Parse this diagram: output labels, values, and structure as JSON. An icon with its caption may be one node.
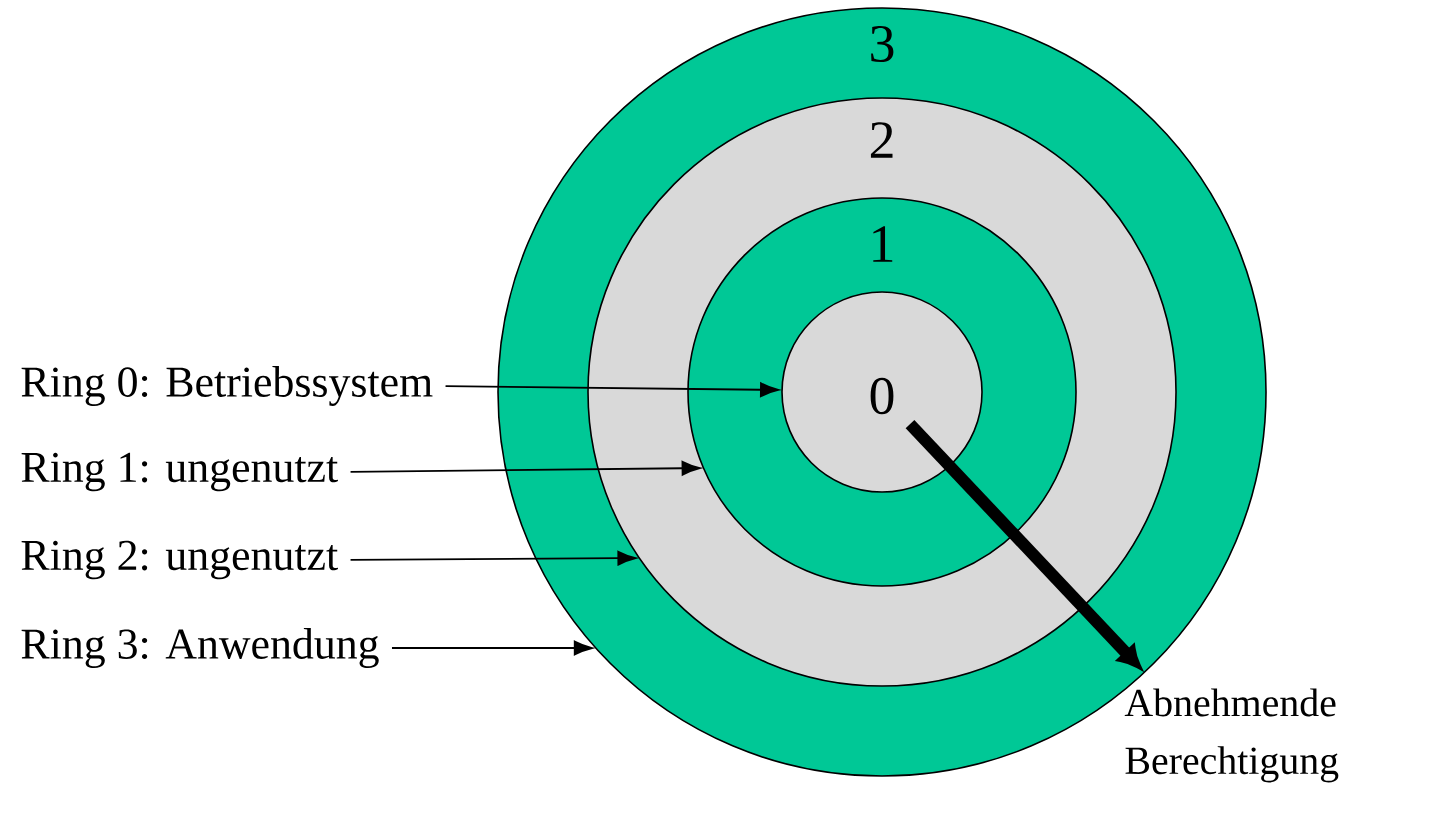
{
  "diagram": {
    "nodes": [
      {
        "text": [
          "3"
        ]
      },
      {
        "text": [
          "2"
        ],
        "in": 0
      },
      {
        "text": [
          "1"
        ],
        "in": 1
      },
      {
        "text": [
          "0"
        ],
        "in": 2
      },
      {
        "text": [
          "Ring 0: Betriebssystem"
        ]
      },
      {
        "text": [
          "Ring 1: ungenutzt"
        ]
      },
      {
        "text": [
          "Ring 2: ungenutzt"
        ]
      },
      {
        "text": [
          "Ring 3: Anwendung"
        ]
      },
      {
        "text": [
          "Abnehmende Berechtigung"
        ]
      }
    ],
    "edges": [
      {
        "from": 4,
        "to": 3,
        "arrow": "to"
      },
      {
        "from": 5,
        "to": 2,
        "arrow": "to"
      },
      {
        "from": 6,
        "to": 1,
        "arrow": "to"
      },
      {
        "from": 7,
        "to": 0,
        "arrow": "to"
      },
      {
        "from": 3,
        "to": 8,
        "arrow": "to",
        "style": "thick"
      }
    ]
  }
}
